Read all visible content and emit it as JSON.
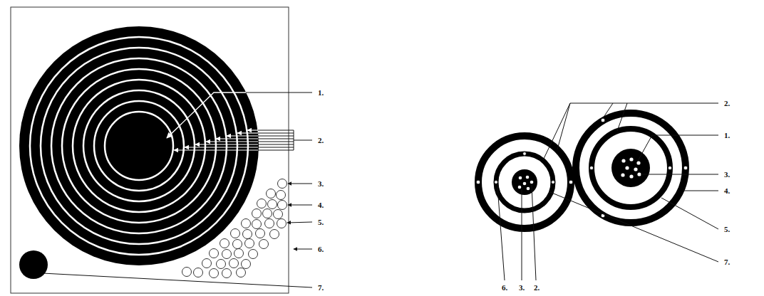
{
  "diagram": {
    "labels": [
      "1.",
      "2.",
      "3.",
      "4.",
      "5.",
      "6.",
      "7.",
      "2.",
      "1.",
      "3.",
      "4.",
      "5.",
      "7.",
      "6.",
      "3.",
      "2."
    ]
  }
}
